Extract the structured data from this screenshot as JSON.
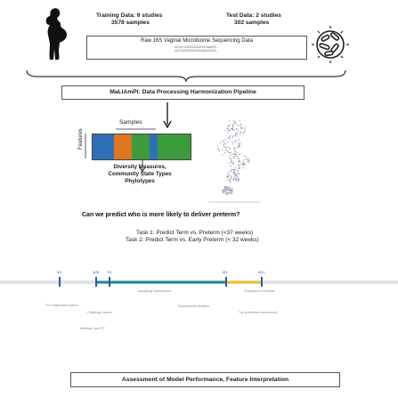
{
  "header": {
    "training": {
      "title": "Training Data: 9 studies",
      "samples": "3578 samples"
    },
    "test": {
      "title": "Test Data: 2 studies",
      "samples": "302 samples"
    }
  },
  "raw_data_box": {
    "title": "Raw 16S Vaginal Microbiome Sequencing Data",
    "seq_lines": [
      "ACATCATACAGATACAAATA...",
      "ACCATGATAGAGAAACAGA..."
    ]
  },
  "pipeline": {
    "title": "MaLiAmPi: Data Processing Harmonization Pipeline"
  },
  "matrix": {
    "samples_label": "Samples",
    "features_label": "Features",
    "colors": [
      "#2e6fb5",
      "#e0751f",
      "#3c9c3c",
      "#2e6fb5",
      "#3c9c3c"
    ],
    "outputs": [
      "Diversity Measures,",
      "Community State Types",
      "Phylotypes"
    ]
  },
  "question": "Can we predict who is more likely to deliver preterm?",
  "tasks": [
    "Task 1: Predict Term vs. Preterm (<37 weeks)",
    "Task 2: Predict Term vs. Early Preterm (< 32 weeks)"
  ],
  "timeline": {
    "colors": {
      "track": "#cfd8e3",
      "active": "#1f8a8a",
      "yellow": "#f2c230",
      "milestone": "#2c5aa0"
    },
    "dates": [
      "6/3",
      "6/28",
      "7/5",
      "8/5",
      "9/21"
    ],
    "upper_labels": [
      "Accepting Submissions",
      "Evaluation of Models"
    ],
    "lower_labels": [
      "Pre-registration opens",
      "Challenge launch",
      "Submissions deadline",
      "Top performers announced",
      "Webinar: 2pm PT"
    ]
  },
  "assessment": {
    "title": "Assessment of Model Performance, Feature Interpretation"
  }
}
